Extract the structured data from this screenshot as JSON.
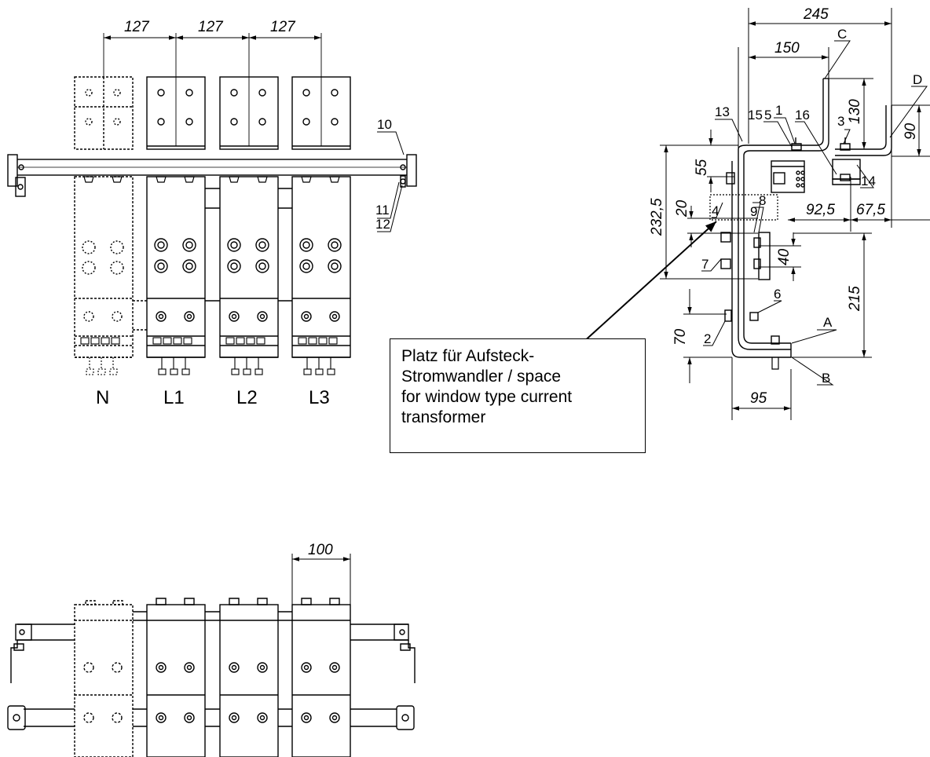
{
  "top_view": {
    "dims": [
      "127",
      "127",
      "127"
    ],
    "phase_labels": [
      "N",
      "L1",
      "L2",
      "L3"
    ],
    "refs": [
      "10",
      "11",
      "12"
    ]
  },
  "bottom_view": {
    "dims": [
      "100"
    ]
  },
  "side_view": {
    "dims": [
      "245",
      "150",
      "130",
      "90",
      "55",
      "232,5",
      "20",
      "40",
      "215",
      "70",
      "95",
      "92,5",
      "67,5"
    ],
    "letters": [
      "A",
      "B",
      "C",
      "D"
    ],
    "refs": [
      "1",
      "2",
      "3",
      "4",
      "5",
      "6",
      "7",
      "8",
      "9",
      "13",
      "14",
      "15",
      "16"
    ]
  },
  "note": {
    "lines": [
      "Platz für Aufsteck-",
      "Stromwandler / space",
      "for window type current",
      "transformer"
    ]
  }
}
